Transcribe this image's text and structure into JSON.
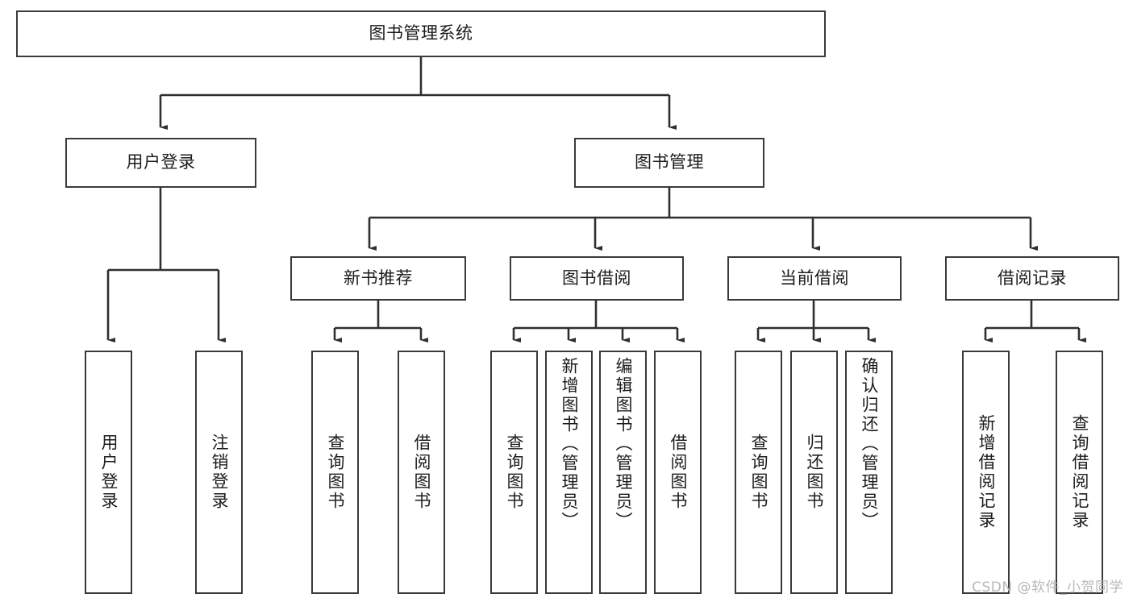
{
  "diagram": {
    "type": "tree-hierarchy-chart",
    "title_node": {
      "label": "图书管理系统"
    },
    "level2": [
      {
        "label": "用户登录"
      },
      {
        "label": "图书管理"
      }
    ],
    "level3": [
      {
        "label": "新书推荐"
      },
      {
        "label": "图书借阅"
      },
      {
        "label": "当前借阅"
      },
      {
        "label": "借阅记录"
      }
    ],
    "leaves": {
      "user_login": [
        {
          "label": "用户登录"
        },
        {
          "label": "注销登录"
        }
      ],
      "new_book_recommend": [
        {
          "label": "查询图书"
        },
        {
          "label": "借阅图书"
        }
      ],
      "book_borrow": [
        {
          "label": "查询图书"
        },
        {
          "label": "新增图书（管理员）"
        },
        {
          "label": "编辑图书（管理员）"
        },
        {
          "label": "借阅图书"
        }
      ],
      "current_borrow": [
        {
          "label": "查询图书"
        },
        {
          "label": "归还图书"
        },
        {
          "label": "确认归还（管理员）"
        }
      ],
      "borrow_record": [
        {
          "label": "新增借阅记录"
        },
        {
          "label": "查询借阅记录"
        }
      ]
    },
    "watermark": "CSDN @软件_小贺同学",
    "colors": {
      "box_border": "#3a3a3a",
      "connector": "#2f2f2f",
      "text": "#1c1c1c",
      "background": "#ffffff",
      "watermark": "#b8b8b8"
    }
  }
}
